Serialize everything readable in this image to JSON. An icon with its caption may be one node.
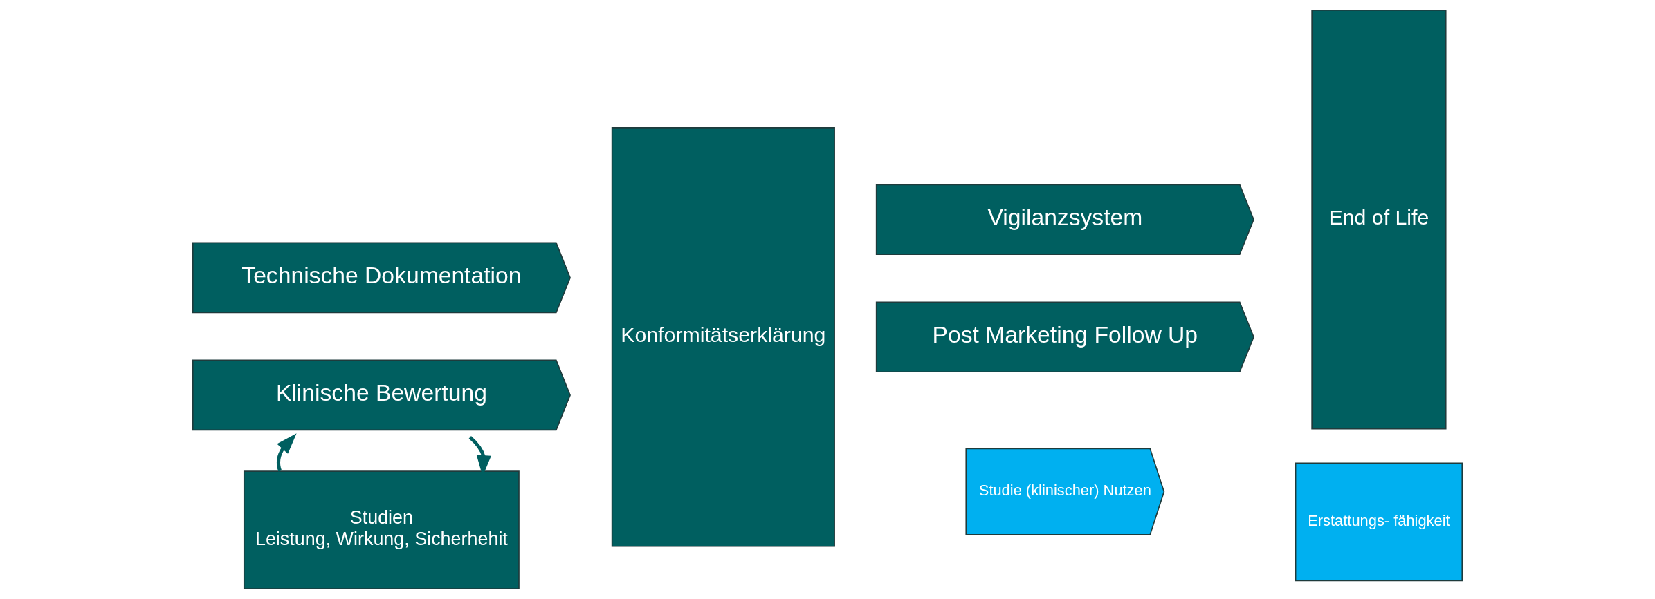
{
  "diagram": {
    "nodes": [
      {
        "text": [
          "Technische Dokumentation"
        ]
      },
      {
        "text": [
          "Klinische Bewertung"
        ]
      },
      {
        "text": [
          "Studien",
          "Leistung, Wirkung, Sicherhehit"
        ]
      },
      {
        "text": [
          "Konformitätserklärung"
        ]
      },
      {
        "text": [
          "Vigilanzsystem"
        ]
      },
      {
        "text": [
          "Post Marketing Follow Up"
        ]
      },
      {
        "text": [
          "Studie (klinischer) Nutzen"
        ]
      },
      {
        "text": [
          "Erstattungs- fähigkeit"
        ]
      },
      {
        "text": [
          "End of Life"
        ]
      }
    ],
    "edges": [
      {
        "from": 1,
        "to": 2,
        "arrow": "to"
      },
      {
        "from": 2,
        "to": 1,
        "arrow": "to"
      }
    ]
  }
}
